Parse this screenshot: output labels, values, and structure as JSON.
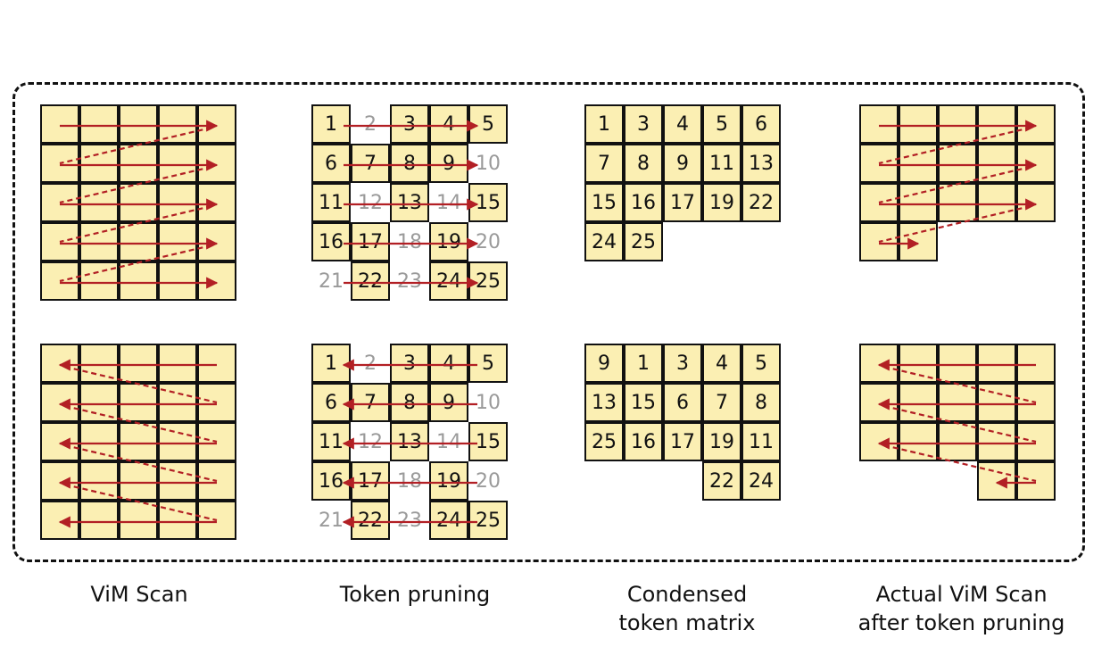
{
  "colors": {
    "cell_fill": "#fbefb3",
    "cell_border": "#111111",
    "arrow": "#b21f24",
    "pruned_text": "#9a9a9a"
  },
  "captions": [
    "ViM Scan",
    "Token pruning",
    "Condensed",
    "token matrix",
    "Actual ViM Scan",
    "after token pruning"
  ],
  "pruning": {
    "rows": [
      [
        {
          "n": "1",
          "kept": true
        },
        {
          "n": "2",
          "kept": false
        },
        {
          "n": "3",
          "kept": true
        },
        {
          "n": "4",
          "kept": true
        },
        {
          "n": "5",
          "kept": true
        }
      ],
      [
        {
          "n": "6",
          "kept": true
        },
        {
          "n": "7",
          "kept": true
        },
        {
          "n": "8",
          "kept": true
        },
        {
          "n": "9",
          "kept": true
        },
        {
          "n": "10",
          "kept": false
        }
      ],
      [
        {
          "n": "11",
          "kept": true
        },
        {
          "n": "12",
          "kept": false
        },
        {
          "n": "13",
          "kept": true
        },
        {
          "n": "14",
          "kept": false
        },
        {
          "n": "15",
          "kept": true
        }
      ],
      [
        {
          "n": "16",
          "kept": true
        },
        {
          "n": "17",
          "kept": true
        },
        {
          "n": "18",
          "kept": false
        },
        {
          "n": "19",
          "kept": true
        },
        {
          "n": "20",
          "kept": false
        }
      ],
      [
        {
          "n": "21",
          "kept": false
        },
        {
          "n": "22",
          "kept": true
        },
        {
          "n": "23",
          "kept": false
        },
        {
          "n": "24",
          "kept": true
        },
        {
          "n": "25",
          "kept": true
        }
      ]
    ]
  },
  "condensed_forward": [
    [
      "1",
      "3",
      "4",
      "5",
      "6"
    ],
    [
      "7",
      "8",
      "9",
      "11",
      "13"
    ],
    [
      "15",
      "16",
      "17",
      "19",
      "22"
    ],
    [
      "24",
      "25"
    ]
  ],
  "condensed_reverse": [
    [
      "9",
      "1",
      "3",
      "4",
      "5"
    ],
    [
      "13",
      "15",
      "6",
      "7",
      "8"
    ],
    [
      "25",
      "16",
      "17",
      "19",
      "11"
    ],
    [
      "",
      "",
      "",
      "22",
      "24"
    ]
  ]
}
